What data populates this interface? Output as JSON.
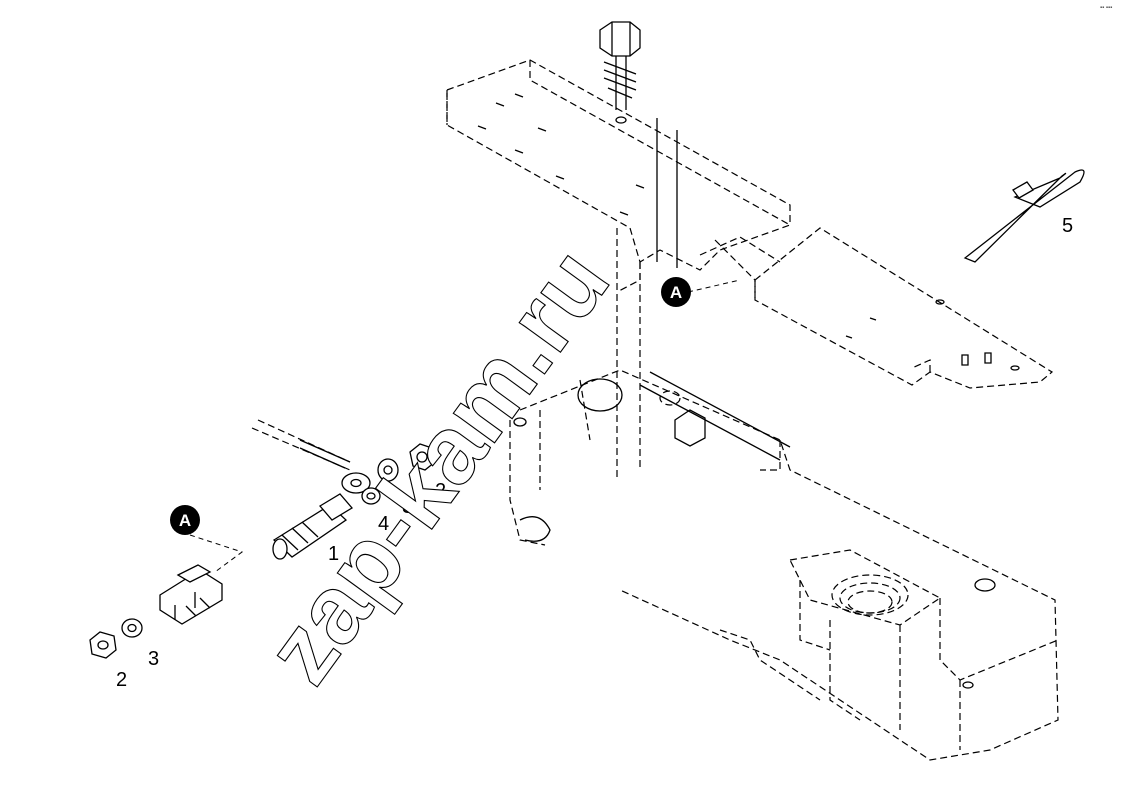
{
  "watermark": {
    "text": "zap-kam.ru"
  },
  "callouts": [
    {
      "id": "frame",
      "letter": "A"
    },
    {
      "id": "bracket",
      "letter": "A"
    }
  ],
  "part_labels": {
    "sensor": "1",
    "nut_upper": "2",
    "washer_upper": "3",
    "lockwasher": "4",
    "nut_lower": "2",
    "washer_lower": "3",
    "strap": "5"
  },
  "corner_mark": "▪▪ ▪▪▪"
}
